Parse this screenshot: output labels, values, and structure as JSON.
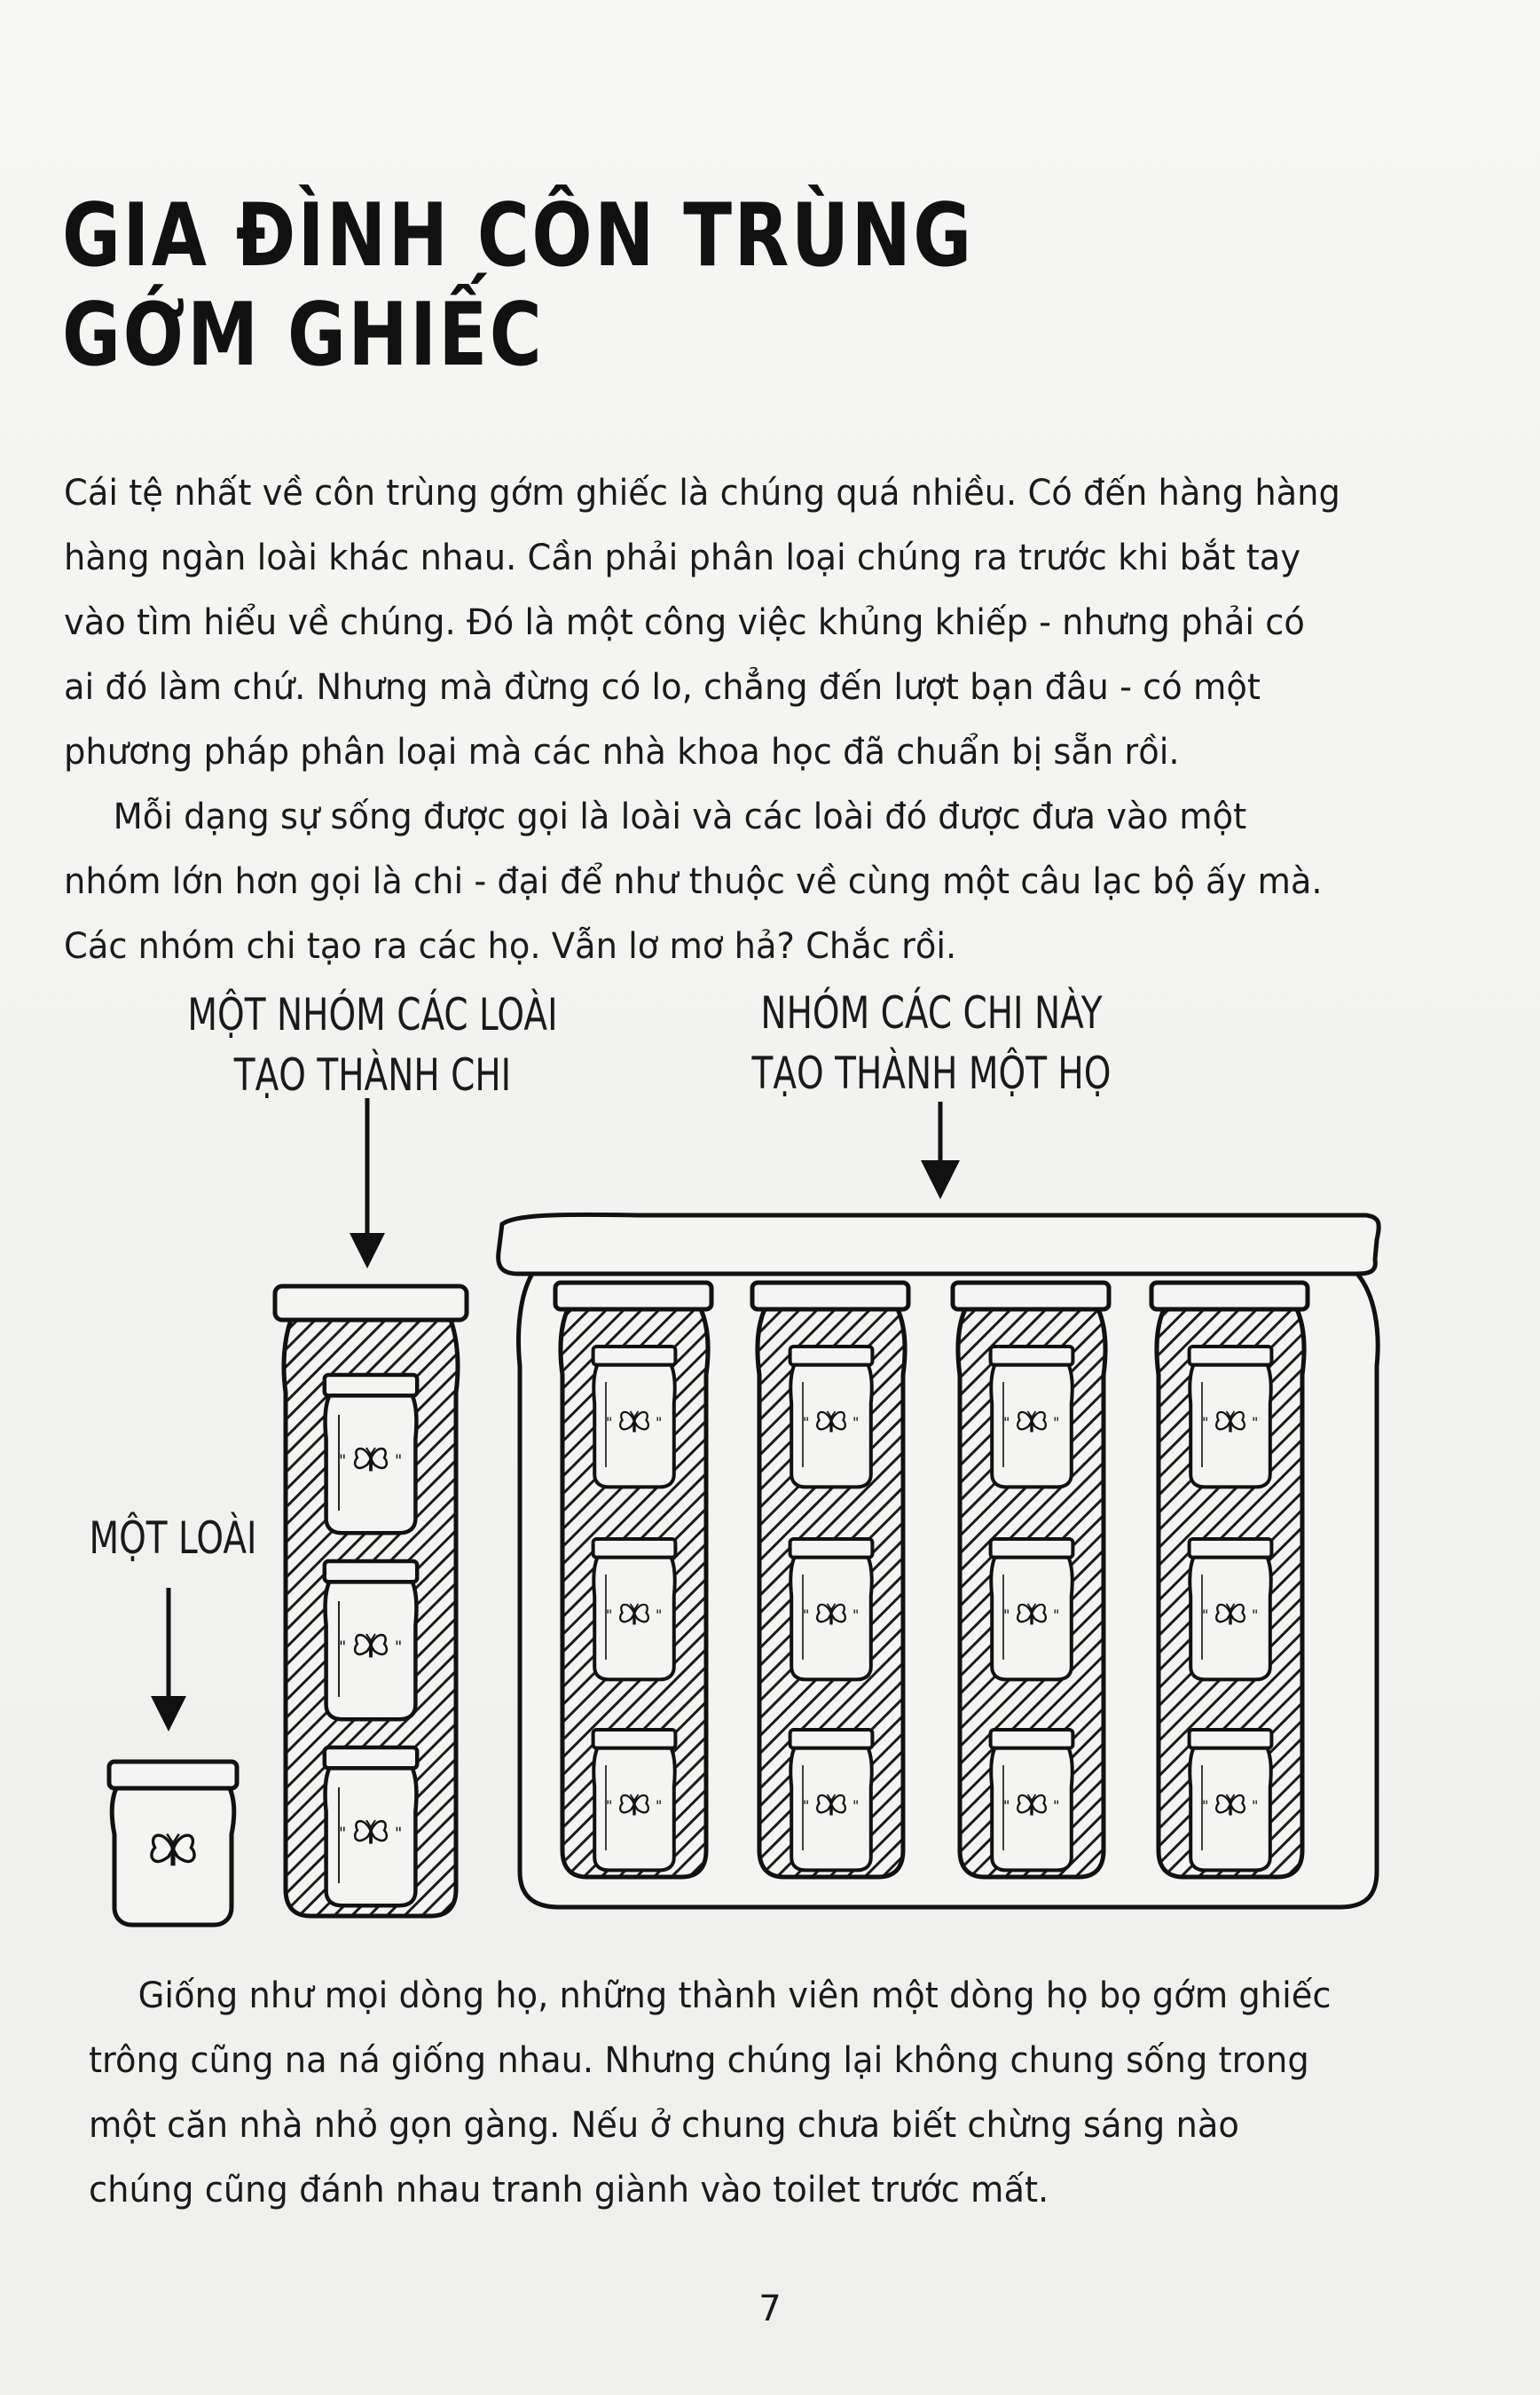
{
  "title": {
    "line1": "GIA ĐÌNH CÔN TRÙNG",
    "line2": "GỚM GHIẾC"
  },
  "paragraphs": {
    "p1": "Cái tệ nhất về côn trùng gớm ghiếc là chúng quá nhiều. Có đến hàng hàng hàng ngàn loài khác nhau. Cần phải phân loại chúng ra trước khi bắt tay vào tìm hiểu về chúng. Đó là một công việc khủng khiếp - nhưng phải có ai đó làm chứ. Nhưng mà đừng có lo, chẳng đến lượt bạn đâu - có một phương pháp phân loại mà các nhà khoa học đã chuẩn bị sẵn rồi.",
    "p2": "Mỗi dạng sự sống được gọi là loài và các loài đó được đưa vào một nhóm lớn hơn gọi là chi - đại để như thuộc về cùng một câu lạc bộ ấy mà. Các nhóm chi tạo ra các họ. Vẫn lơ mơ hả? Chắc rồi.",
    "p3": "Giống như mọi dòng họ, những thành viên một dòng họ bọ gớm ghiếc trông cũng na ná giống nhau. Nhưng chúng lại không chung sống trong một căn nhà nhỏ gọn gàng. Nếu ở chung chưa biết chừng sáng nào chúng cũng đánh nhau tranh giành vào toilet trước mất."
  },
  "illustration": {
    "label_genus_line1": "MỘT NHÓM CÁC LOÀI",
    "label_genus_line2": "TẠO THÀNH CHI",
    "label_family_line1": "NHÓM CÁC CHI NÀY",
    "label_family_line2": "TẠO THÀNH MỘT HỌ",
    "label_species": "MỘT LOÀI"
  },
  "page_number": "7"
}
